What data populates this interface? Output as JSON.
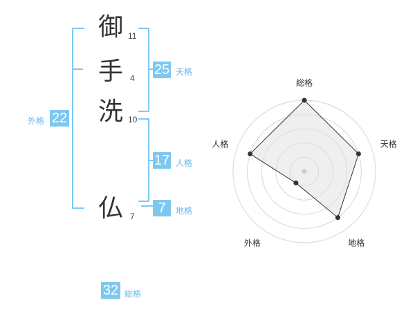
{
  "name": [
    {
      "char": "御",
      "strokes": "11"
    },
    {
      "char": "手",
      "strokes": "4"
    },
    {
      "char": "洗",
      "strokes": "10"
    },
    {
      "char": "仏",
      "strokes": "7"
    }
  ],
  "fortunes": {
    "tenkaku": {
      "value": "25",
      "label": "天格"
    },
    "jinkaku": {
      "value": "17",
      "label": "人格"
    },
    "chikaku": {
      "value": "7",
      "label": "地格"
    },
    "gaikaku": {
      "value": "22",
      "label": "外格"
    },
    "soukaku": {
      "value": "32",
      "label": "総格"
    }
  },
  "colors": {
    "accent": "#7ec8f0",
    "label": "#6cb8e8"
  },
  "chart_data": {
    "type": "radar",
    "axes": [
      "総格",
      "天格",
      "地格",
      "外格",
      "人格"
    ],
    "values": [
      5,
      4,
      4,
      1,
      4
    ],
    "max": 5,
    "grid": true
  }
}
